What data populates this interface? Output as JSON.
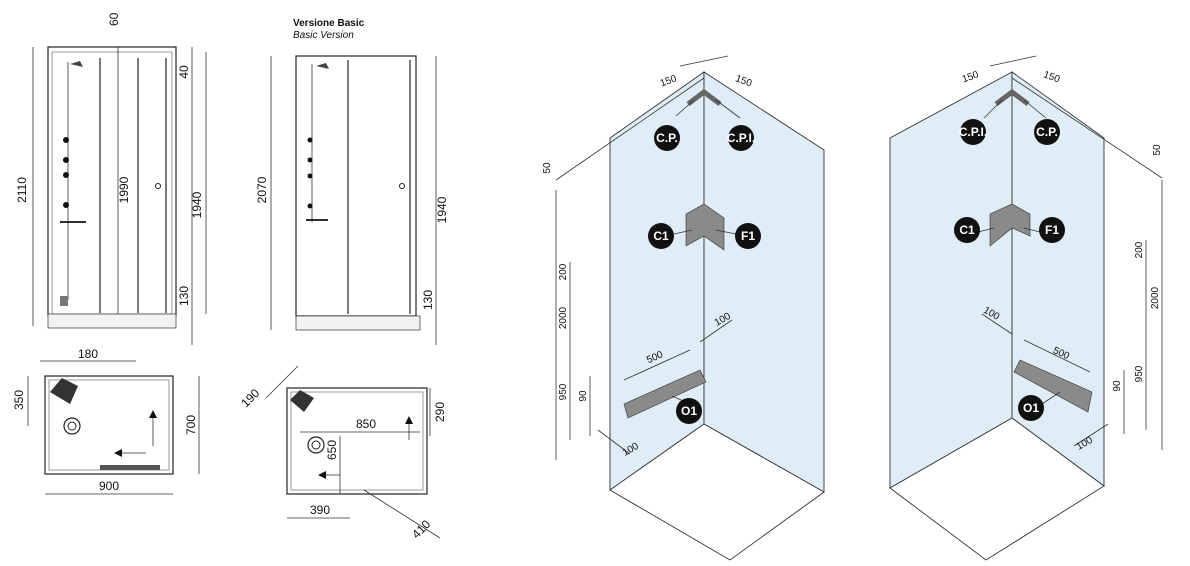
{
  "titles": {
    "version_it": "Versione Basic",
    "version_en": "Basic Version"
  },
  "front_full": {
    "top": "60",
    "height_total": "2110",
    "height_inner": "1990",
    "top_gap": "40",
    "door_height": "1940",
    "base": "130"
  },
  "front_basic": {
    "height_total": "2070",
    "door_height": "1940",
    "base": "130"
  },
  "plan_full": {
    "depth_offset": "180",
    "side_offset": "350",
    "depth": "700",
    "width": "900"
  },
  "plan_basic": {
    "diag": "190",
    "width": "850",
    "side": "290",
    "inner": "650",
    "bottom": "390",
    "diag_bottom": "410"
  },
  "iso_left": {
    "top_left": "150",
    "top_right": "150",
    "labels": [
      "C.P.",
      "C.P.I.",
      "C1",
      "F1",
      "O1"
    ],
    "side_top": "50",
    "side_200": "200",
    "side_2000": "2000",
    "side_950": "950",
    "side_90": "90",
    "length_100": "100",
    "length_500": "500",
    "bottom_100": "100"
  },
  "iso_right": {
    "top_left": "150",
    "top_right": "150",
    "labels": [
      "C.P.I.",
      "C.P.",
      "C1",
      "F1",
      "O1"
    ],
    "side_top": "50",
    "side_200": "200",
    "side_2000": "2000",
    "side_950": "950",
    "side_90": "90",
    "length_100": "100",
    "length_500": "500",
    "bottom_100": "100"
  }
}
